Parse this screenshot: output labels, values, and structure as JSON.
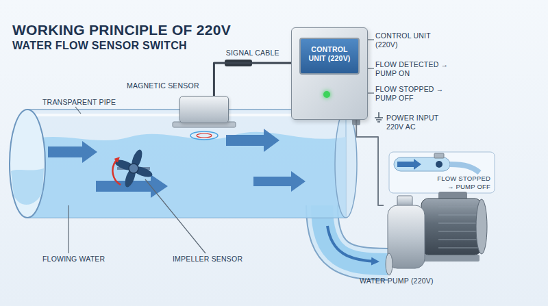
{
  "diagram": {
    "title": "WORKING PRINCIPLE OF 220V WATER FLOW SENSOR SWITCH",
    "nodes": [
      {
        "text": [
          "MAGNETIC SENSOR"
        ]
      },
      {
        "text": [
          "CONTROL UNIT (220V)"
        ]
      },
      {
        "text": [
          "FLOW STOPPED → PUMP OFF"
        ]
      },
      {
        "text": [
          "WATER PUMP (220V)"
        ]
      }
    ],
    "edges": [
      {
        "from": 0,
        "to": 1,
        "arrow": "none",
        "label": "SIGNAL CABLE"
      },
      {
        "from": 1,
        "to": 3,
        "arrow": "none"
      }
    ],
    "labels": [
      "TRANSPARENT PIPE",
      "FLOWING WATER",
      "IMPELLER SENSOR",
      "CONTROL UNIT (220V)",
      "FLOW DETECTED → PUMP ON",
      "FLOW STOPPED → PUMP OFF",
      "POWER INPUT 220V AC"
    ]
  }
}
